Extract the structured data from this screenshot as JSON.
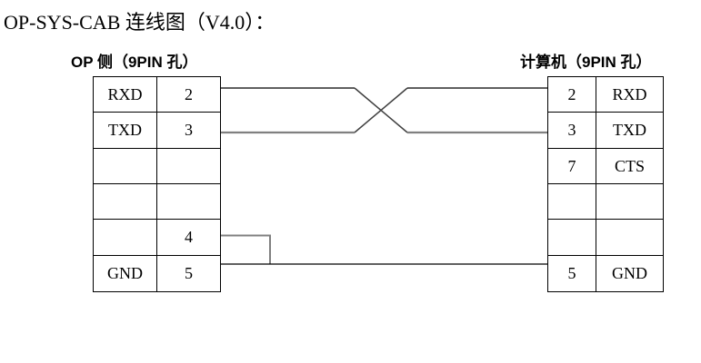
{
  "title": "OP-SYS-CAB 连线图（V4.0）：",
  "op_connector": {
    "header": "OP 侧（9PIN 孔）",
    "rows": [
      {
        "signal": "RXD",
        "pin": "2"
      },
      {
        "signal": "TXD",
        "pin": "3"
      },
      {
        "signal": "",
        "pin": ""
      },
      {
        "signal": "",
        "pin": ""
      },
      {
        "signal": "",
        "pin": "4"
      },
      {
        "signal": "GND",
        "pin": "5"
      }
    ]
  },
  "pc_connector": {
    "header": "计算机（9PIN 孔）",
    "rows": [
      {
        "pin": "2",
        "signal": "RXD"
      },
      {
        "pin": "3",
        "signal": "TXD"
      },
      {
        "pin": "7",
        "signal": "CTS"
      },
      {
        "pin": "",
        "signal": ""
      },
      {
        "pin": "",
        "signal": ""
      },
      {
        "pin": "5",
        "signal": "GND"
      }
    ]
  },
  "connections": [
    {
      "from": "OP pin 2 (RXD)",
      "to": "PC pin 3 (TXD)",
      "style": "crossover"
    },
    {
      "from": "OP pin 3 (TXD)",
      "to": "PC pin 2 (RXD)",
      "style": "crossover"
    },
    {
      "from": "OP pin 4",
      "to": "OP pin 5 (GND)",
      "style": "jumper"
    },
    {
      "from": "OP pin 5 (GND)",
      "to": "PC pin 5 (GND)",
      "style": "straight"
    }
  ],
  "colors": {
    "wire_black": "#000000",
    "wire_gray": "#808080",
    "wire_diagonal": "#404040",
    "table_border": "#000000",
    "background": "#ffffff"
  }
}
